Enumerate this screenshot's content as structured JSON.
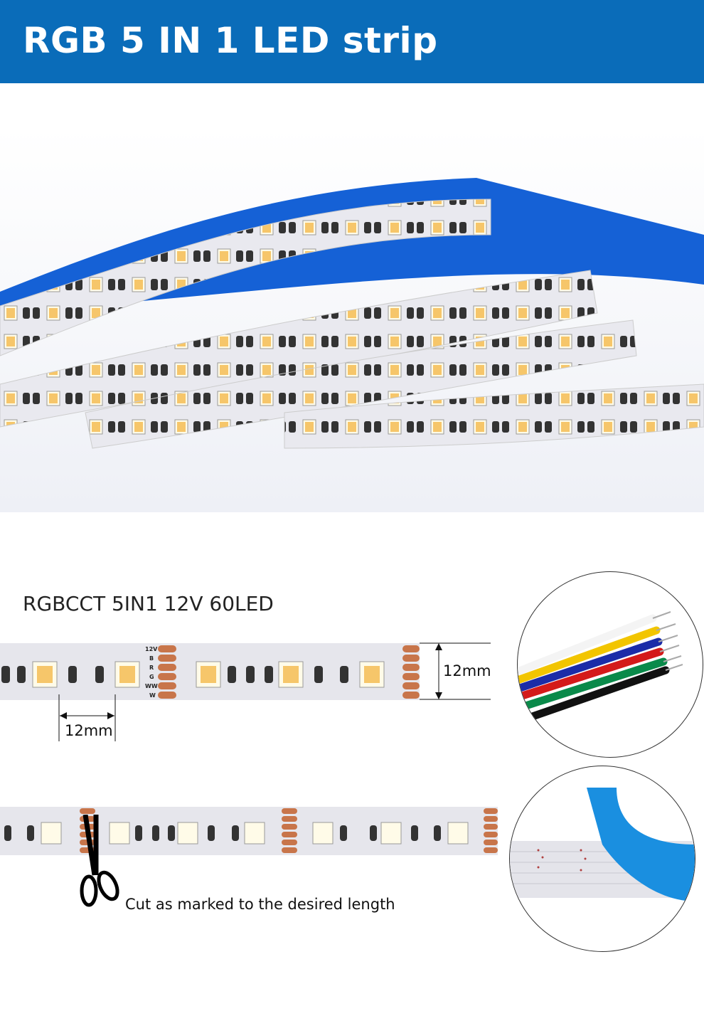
{
  "header": {
    "title": "RGB 5 IN 1 LED strip"
  },
  "spec": {
    "title": "RGBCCT 5IN1 12V 60LED",
    "width_label": "12mm",
    "pitch_label": "12mm",
    "pad_labels": [
      "12V",
      "B",
      "R",
      "G",
      "WW",
      "W"
    ]
  },
  "cut": {
    "text": "Cut as marked to the desired length"
  },
  "colors": {
    "header": "#0a6cb9",
    "pcb": "#e6e6ec",
    "pad": "#c8754a",
    "tape": "#1a8fe0"
  },
  "wires": [
    "#ffffff",
    "#f2c500",
    "#1b2ca8",
    "#d41a1a",
    "#0a8a4a",
    "#111111"
  ]
}
